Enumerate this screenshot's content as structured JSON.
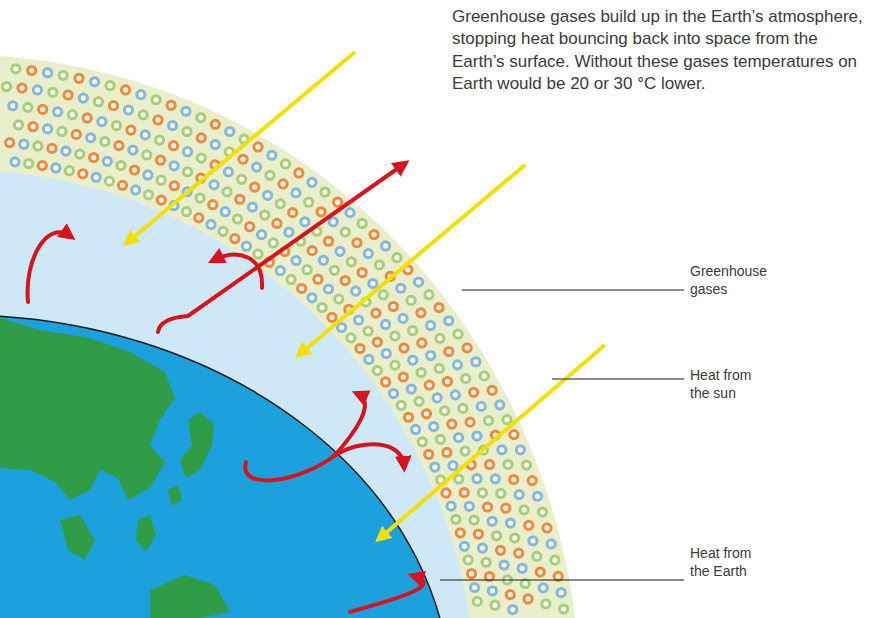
{
  "diagram": {
    "labels": [
      "Greenhouse gases build up in the Earth’s atmosphere, stopping heat bouncing back into space from the Earth’s surface. Without these gases temperatures on Earth would be 20 or 30 °C lower.",
      "Greenhouse gases",
      "Heat from the sun",
      "Heat from the Earth"
    ]
  }
}
